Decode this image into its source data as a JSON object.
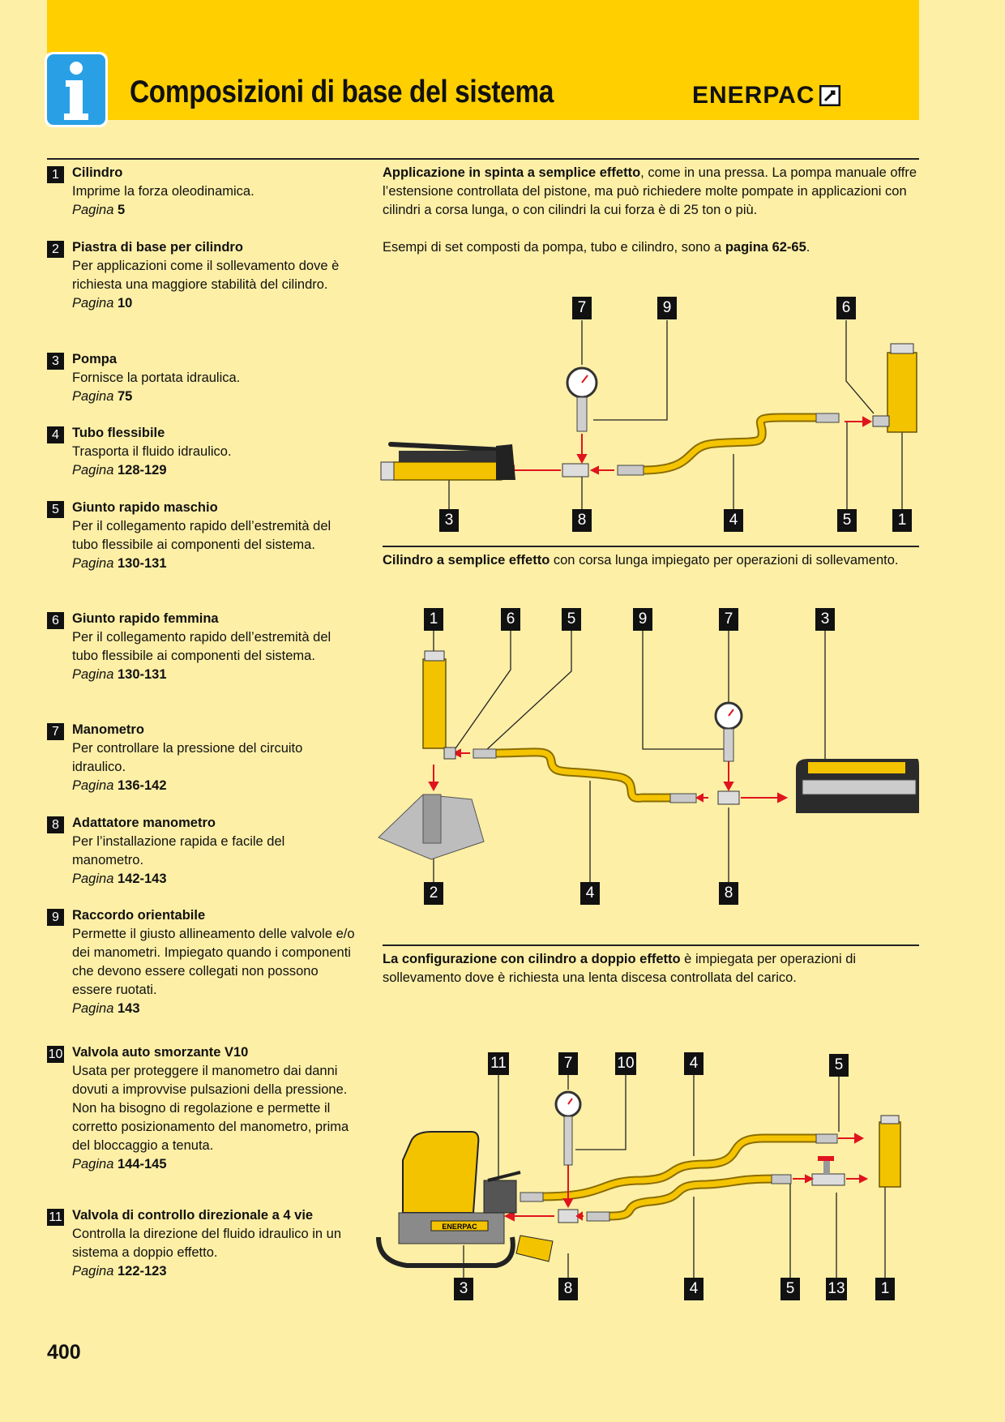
{
  "header": {
    "title": "Composizioni di base del sistema",
    "logo": "ENERPAC",
    "info_icon": "info-icon"
  },
  "items": [
    {
      "num": "1",
      "name": "Cilindro",
      "desc": "Imprime la forza oleodinamica.",
      "page_label": "Pagina",
      "page": "5"
    },
    {
      "num": "2",
      "name": "Piastra di base per cilindro",
      "desc": "Per applicazioni come il sollevamento dove è richiesta una maggiore stabilità del cilindro.",
      "page_label": "Pagina",
      "page": "10"
    },
    {
      "num": "3",
      "name": "Pompa",
      "desc": "Fornisce la portata idraulica.",
      "page_label": "Pagina",
      "page": "75"
    },
    {
      "num": "4",
      "name": "Tubo flessibile",
      "desc": "Trasporta il fluido idraulico.",
      "page_label": "Pagina",
      "page": "128-129"
    },
    {
      "num": "5",
      "name": "Giunto rapido maschio",
      "desc": "Per il collegamento rapido dell’estremità del tubo flessibile ai componenti del sistema.",
      "page_label": "Pagina",
      "page": "130-131"
    },
    {
      "num": "6",
      "name": "Giunto rapido femmina",
      "desc": "Per il collegamento rapido dell’estremità del tubo flessibile ai componenti del sistema.",
      "page_label": "Pagina",
      "page": "130-131"
    },
    {
      "num": "7",
      "name": "Manometro",
      "desc": "Per controllare la pressione del circuito idraulico.",
      "page_label": "Pagina",
      "page": "136-142"
    },
    {
      "num": "8",
      "name": "Adattatore manometro",
      "desc": "Per l’installazione rapida e facile del manometro.",
      "page_label": "Pagina",
      "page": "142-143"
    },
    {
      "num": "9",
      "name": "Raccordo orientabile",
      "desc": "Permette il giusto allineamento delle valvole e/o dei manometri. Impiegato quando i componenti che devono essere collegati non possono essere ruotati.",
      "page_label": "Pagina",
      "page": "143"
    },
    {
      "num": "10",
      "name": "Valvola auto smorzante V10",
      "desc": "Usata per proteggere il manometro dai danni dovuti a improvvise pulsazioni della pressione. Non ha bisogno di regolazione e permette il corretto posizionamento del manometro, prima del bloccaggio a tenuta.",
      "page_label": "Pagina",
      "page": "144-145"
    },
    {
      "num": "11",
      "name": "Valvola di controllo direzionale a 4 vie",
      "desc": "Controlla la direzione del fluido idraulico in un sistema a doppio effetto.",
      "page_label": "Pagina",
      "page": "122-123"
    }
  ],
  "sections": {
    "s1": {
      "bold": "Applicazione in spinta a semplice effetto",
      "text": ", come in una pressa. La pompa manuale offre l’estensione controllata del pistone, ma può richiedere molte pompate in applicazioni con cilindri a corsa lunga, o con cilindri la cui forza è di 25 ton o più."
    },
    "s1b": {
      "text": "Esempi di set composti da pompa, tubo e cilindro, sono a ",
      "bold": "pagina 62-65",
      "end": "."
    },
    "s2": {
      "bold": "Cilindro a semplice effetto",
      "text": " con corsa lunga impiegato per operazioni di sollevamento."
    },
    "s3": {
      "bold": "La configurazione con cilindro a doppio effetto",
      "text": " è impiegata per operazioni di sollevamento dove è richiesta una lenta discesa controllata del carico."
    }
  },
  "diagram1": {
    "labels_top": [
      "7",
      "9",
      "6"
    ],
    "labels_bottom": [
      "3",
      "8",
      "4",
      "5",
      "1"
    ]
  },
  "diagram2": {
    "labels_top": [
      "1",
      "6",
      "5",
      "9",
      "7",
      "3"
    ],
    "labels_bottom": [
      "2",
      "4",
      "8"
    ]
  },
  "diagram3": {
    "labels_top": [
      "11",
      "7",
      "10",
      "4",
      "5"
    ],
    "labels_bottom": [
      "3",
      "8",
      "4",
      "5",
      "13",
      "1"
    ],
    "pump_brand": "ENERPAC"
  },
  "page_number": "400",
  "colors": {
    "header": "#ffcf00",
    "background": "#fdefa6",
    "hose": "#f5c400",
    "arrow": "#e0141e",
    "cylinder": "#f3c300"
  }
}
